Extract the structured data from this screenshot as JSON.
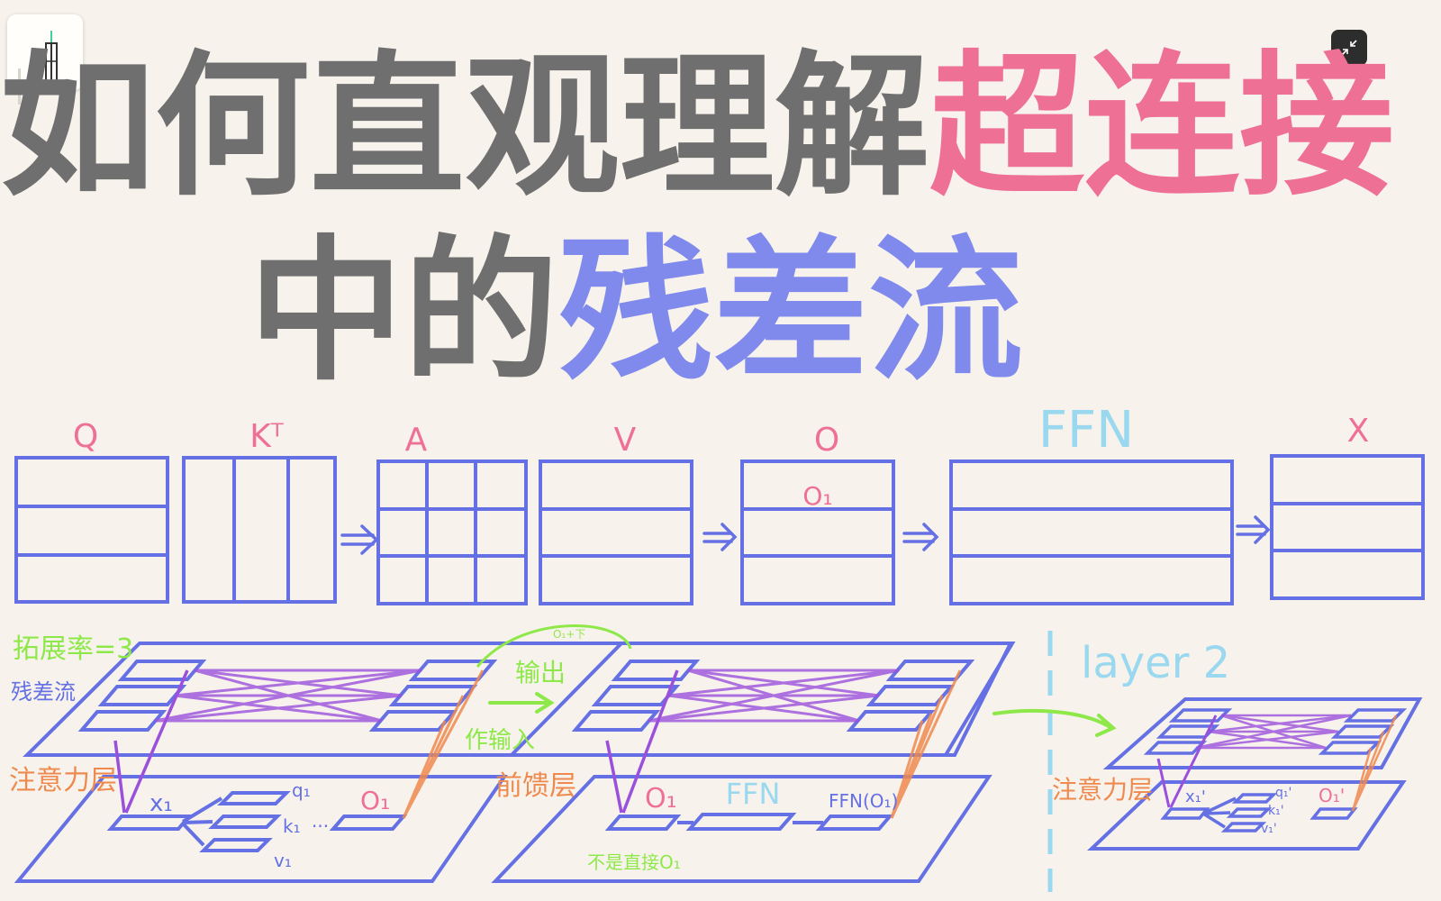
{
  "title": {
    "line1_grey": "如何直观理解",
    "line1_pink": "超连接",
    "line2_grey": "中的",
    "line2_blue": "残差流"
  },
  "matrices": {
    "q": "Q",
    "kt": "Kᵀ",
    "a": "A",
    "v": "V",
    "o": "O",
    "o_row": "O₁",
    "ffn": "FFN",
    "x": "X"
  },
  "layer1": {
    "expansion_rate": "拓展率=3",
    "residual_stream": "残差流",
    "attention_layer": "注意力层",
    "x1": "x₁",
    "q1": "q₁",
    "k1": "k₁",
    "v1": "v₁",
    "ellipsis": "···",
    "o1": "O₁"
  },
  "layer_ffn": {
    "output": "输出",
    "output_note": "O₁+下",
    "as_input": "作输入",
    "ffn_layer": "前馈层",
    "o1": "O₁",
    "ffn": "FFN",
    "ffn_o1": "FFN(O₁)",
    "not_direct": "不是直接O₁"
  },
  "layer2": {
    "label": "layer 2",
    "attention_layer": "注意力层",
    "x1": "x₁'",
    "q1": "q₁'",
    "k1": "k₁'",
    "v1": "v₁'",
    "o1": "O₁'"
  },
  "colors": {
    "grey": "#6f6f6f",
    "pink": "#ef7095",
    "blue": "#8089ec",
    "matrix_blue": "#6570e4",
    "purple": "#9b50dc",
    "orange": "#ef8a4f",
    "green": "#8fe84a",
    "cyan": "#9ad8f0"
  },
  "icons": {
    "collapse": "collapse-arrows-icon",
    "pen": "pen-icon"
  }
}
